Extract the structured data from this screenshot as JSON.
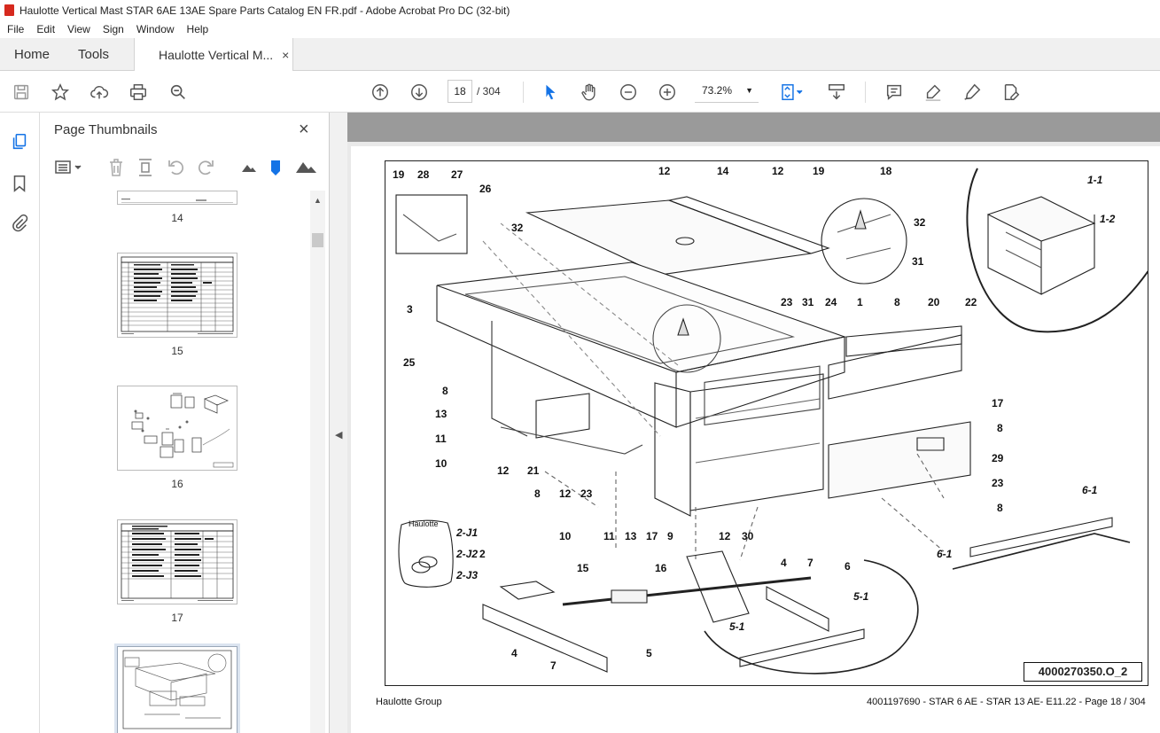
{
  "window": {
    "title": "Haulotte Vertical Mast STAR 6AE 13AE Spare Parts Catalog EN FR.pdf - Adobe Acrobat Pro DC (32-bit)"
  },
  "menu": [
    "File",
    "Edit",
    "View",
    "Sign",
    "Window",
    "Help"
  ],
  "tabs": {
    "home": "Home",
    "tools": "Tools",
    "document": "Haulotte Vertical M...",
    "close": "×"
  },
  "toolbar": {
    "page_current": "18",
    "page_total": "/ 304",
    "zoom": "73.2%",
    "zoom_arrow": "▼"
  },
  "thumbnails": {
    "title": "Page Thumbnails",
    "close": "×",
    "pages": [
      {
        "label": "14"
      },
      {
        "label": "15"
      },
      {
        "label": "16"
      },
      {
        "label": "17"
      }
    ]
  },
  "document": {
    "footer_left": "Haulotte Group",
    "footer_right": "4001197690 - STAR 6 AE - STAR 13 AE- E11.22 - Page 18 / 304",
    "part_number": "4000270350.O_2",
    "bag_label": "Haulotte",
    "callouts": [
      "19",
      "28",
      "27",
      "26",
      "12",
      "14",
      "12",
      "19",
      "18",
      "32",
      "32",
      "31",
      "1-1",
      "1-2",
      "3",
      "25",
      "23",
      "31",
      "24",
      "1",
      "8",
      "20",
      "22",
      "8",
      "13",
      "11",
      "10",
      "12",
      "21",
      "8",
      "12",
      "23",
      "17",
      "8",
      "29",
      "23",
      "8",
      "10",
      "11",
      "13",
      "17",
      "9",
      "12",
      "30",
      "6-1",
      "6-1",
      "2-J1",
      "2-J2",
      "2-J3",
      "2",
      "15",
      "16",
      "4",
      "7",
      "6",
      "5-1",
      "5-1",
      "4",
      "7",
      "5"
    ]
  },
  "colors": {
    "accent_blue": "#1473e6",
    "pdf_red": "#d6291e",
    "viewer_gray": "#9a9a9a"
  }
}
